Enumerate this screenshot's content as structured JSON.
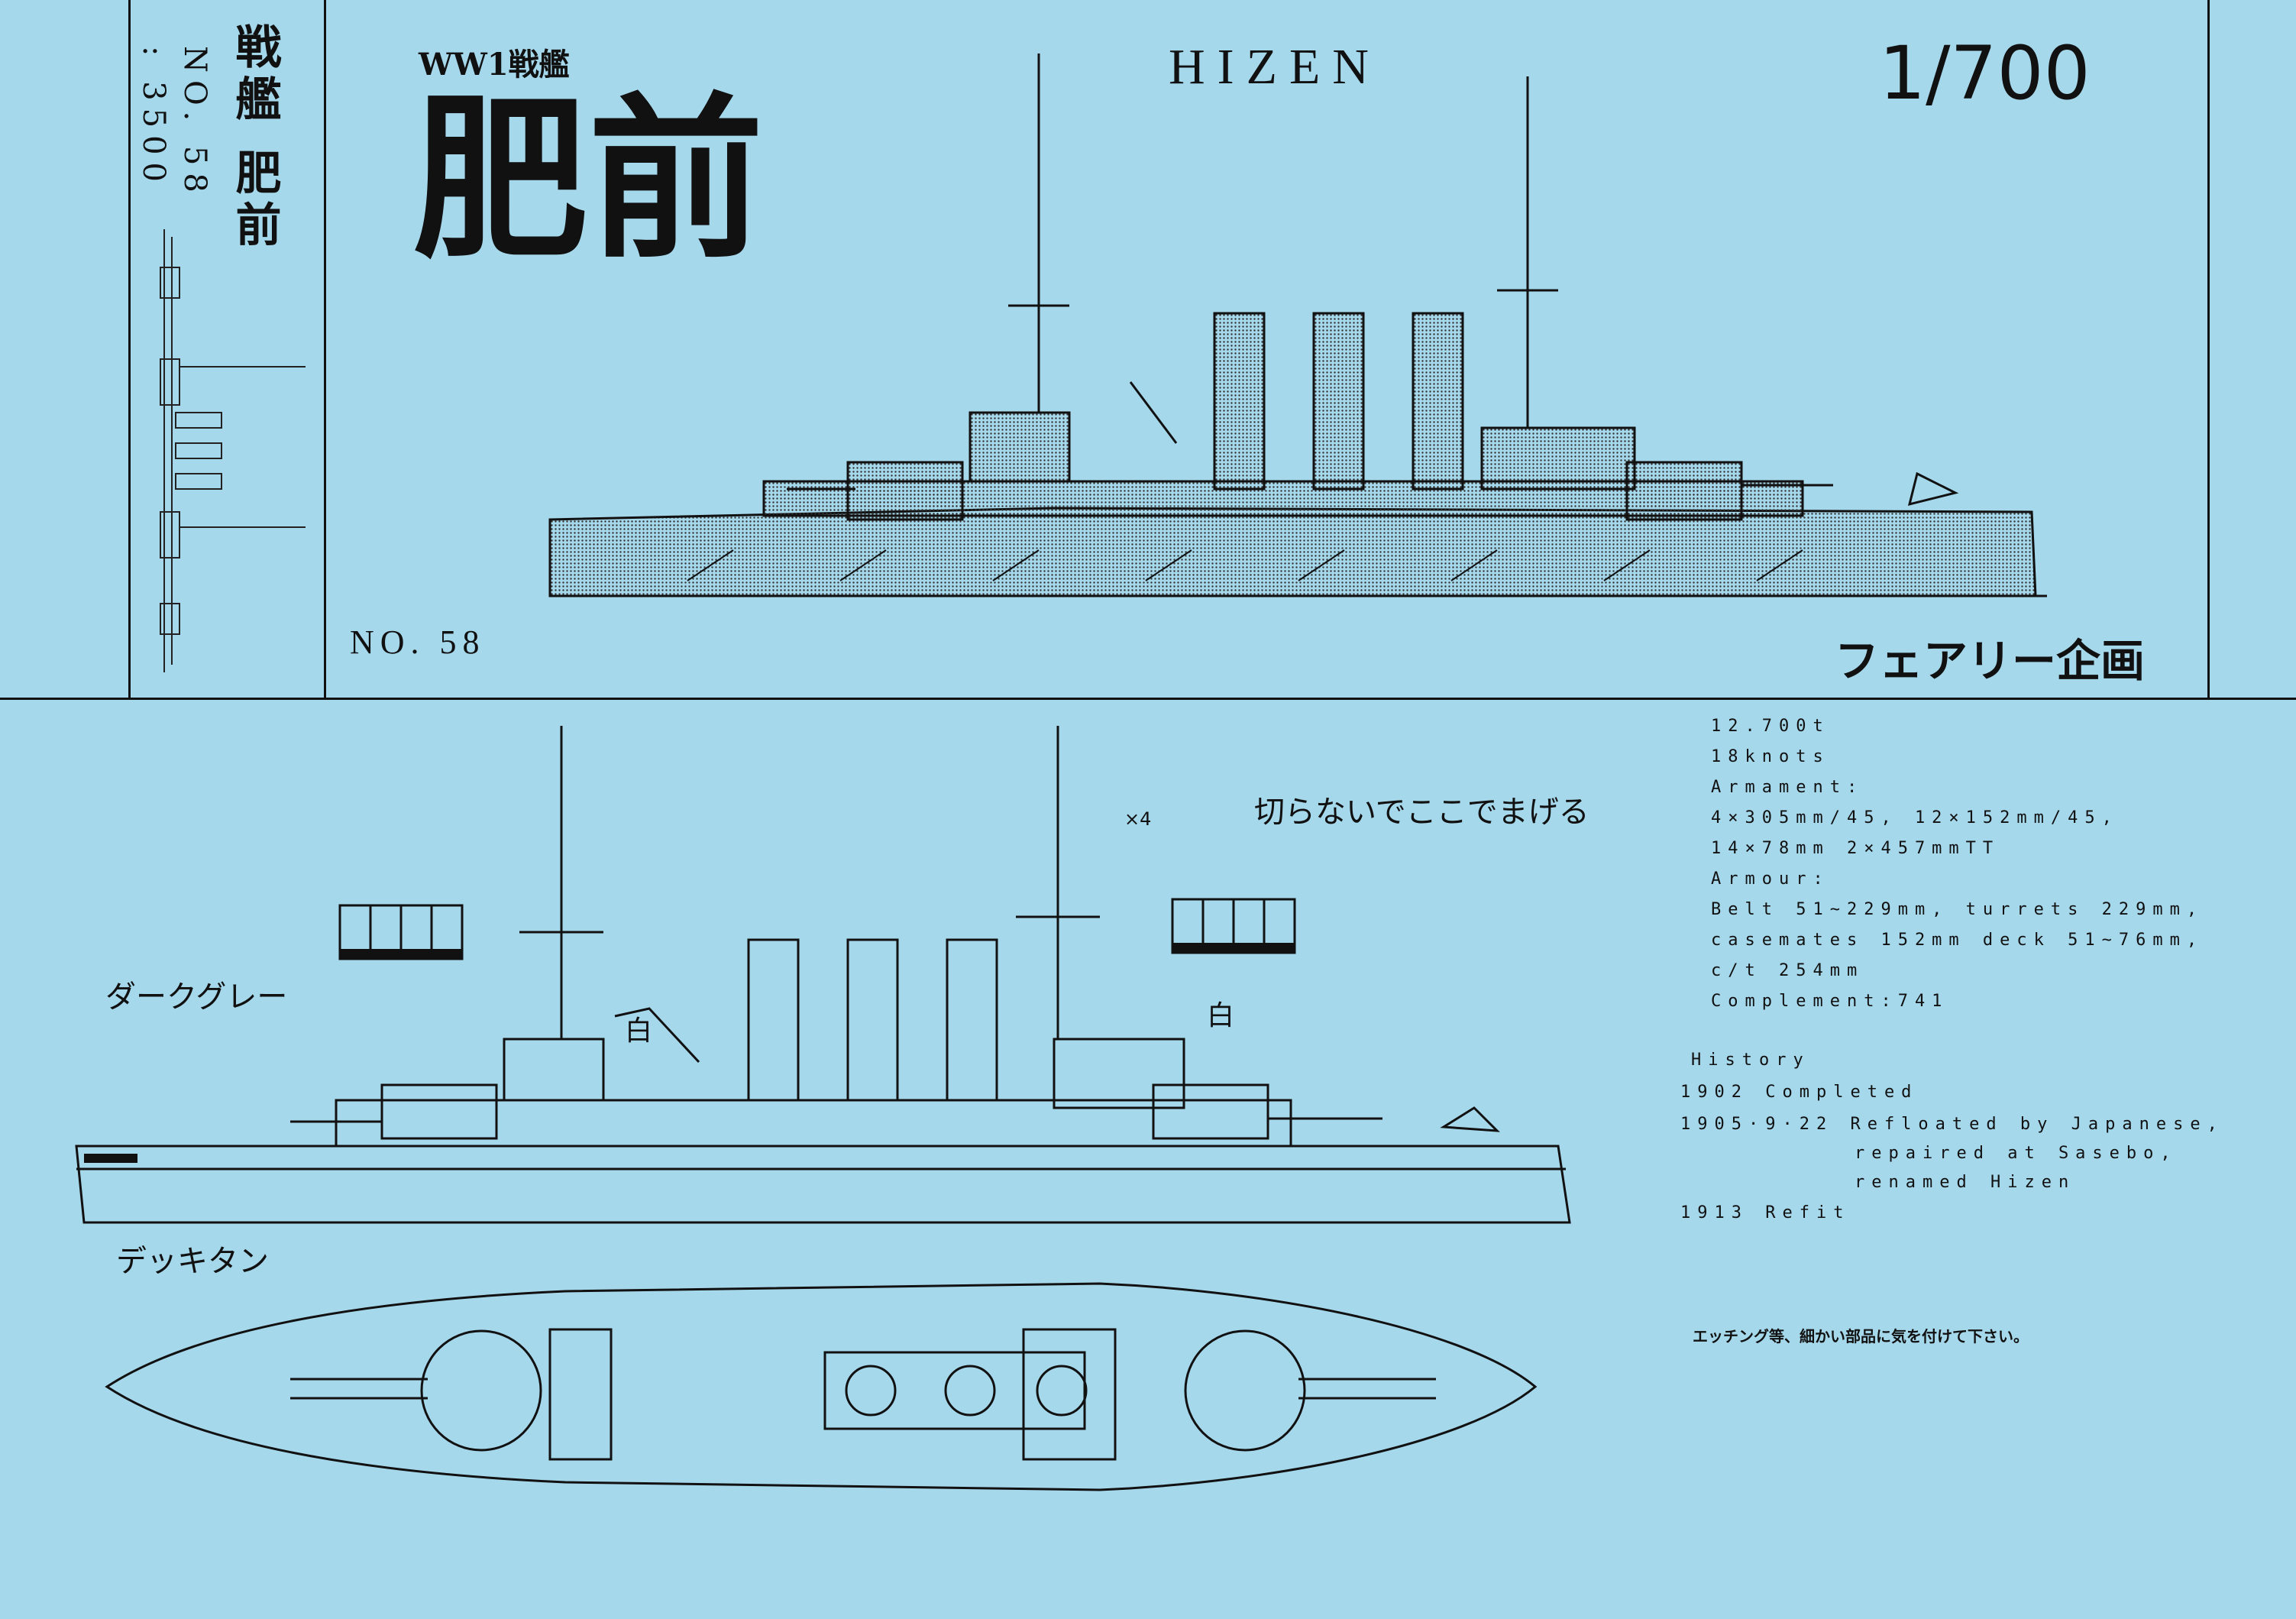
{
  "header": {
    "subtitle": "WW1戦艦",
    "title_kanji": "肥前",
    "title_roman": "HIZEN",
    "scale": "1/700",
    "kit_number": "NO. 58",
    "maker": "フェアリー企画"
  },
  "spine": {
    "name": "戦艦 肥前",
    "number": "NO. 58",
    "scale": ": 3500"
  },
  "annotations": {
    "dark_grey": "ダークグレー",
    "deck_tan": "デッキタン",
    "white_left": "白",
    "white_right": "白",
    "fold_note": "切らないでここでまげる",
    "quantity": "×4",
    "caution": "エッチング等、細かい部品に気を付けて下さい。"
  },
  "specs": {
    "lines": [
      "12.700t",
      "18knots",
      "Armament:",
      "4×305mm/45, 12×152mm/45,",
      "14×78mm  2×457mmTT",
      "Armour:",
      "Belt 51~229mm, turrets 229mm,",
      "casemates 152mm deck 51~76mm,",
      "c/t 254mm",
      "Complement:741"
    ]
  },
  "history": {
    "heading": "History",
    "lines": [
      "1902 Completed",
      "1905·9·22 Refloated by Japanese,",
      "repaired at Sasebo,",
      "renamed Hizen",
      "1913 Refit"
    ]
  }
}
